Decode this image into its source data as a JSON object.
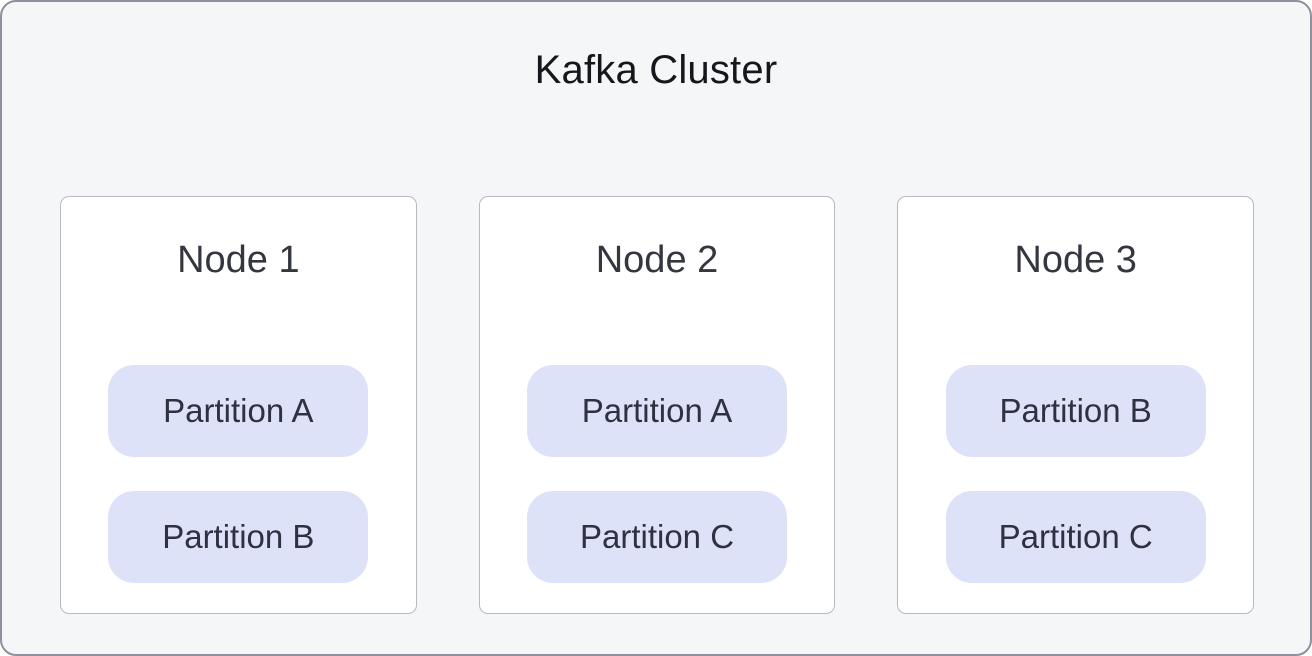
{
  "title": "Kafka Cluster",
  "colors": {
    "canvas_bg": "#f5f6f8",
    "canvas_border": "#8f909b",
    "node_bg": "#ffffff",
    "node_border": "#b8b9c1",
    "partition_bg": "#dde2f9",
    "partition_text": "#2d3140",
    "node_title_text": "#34373f",
    "title_text": "#15171c"
  },
  "nodes": [
    {
      "label": "Node 1",
      "partitions": [
        "Partition A",
        "Partition B"
      ]
    },
    {
      "label": "Node 2",
      "partitions": [
        "Partition A",
        "Partition C"
      ]
    },
    {
      "label": "Node 3",
      "partitions": [
        "Partition B",
        "Partition C"
      ]
    }
  ]
}
